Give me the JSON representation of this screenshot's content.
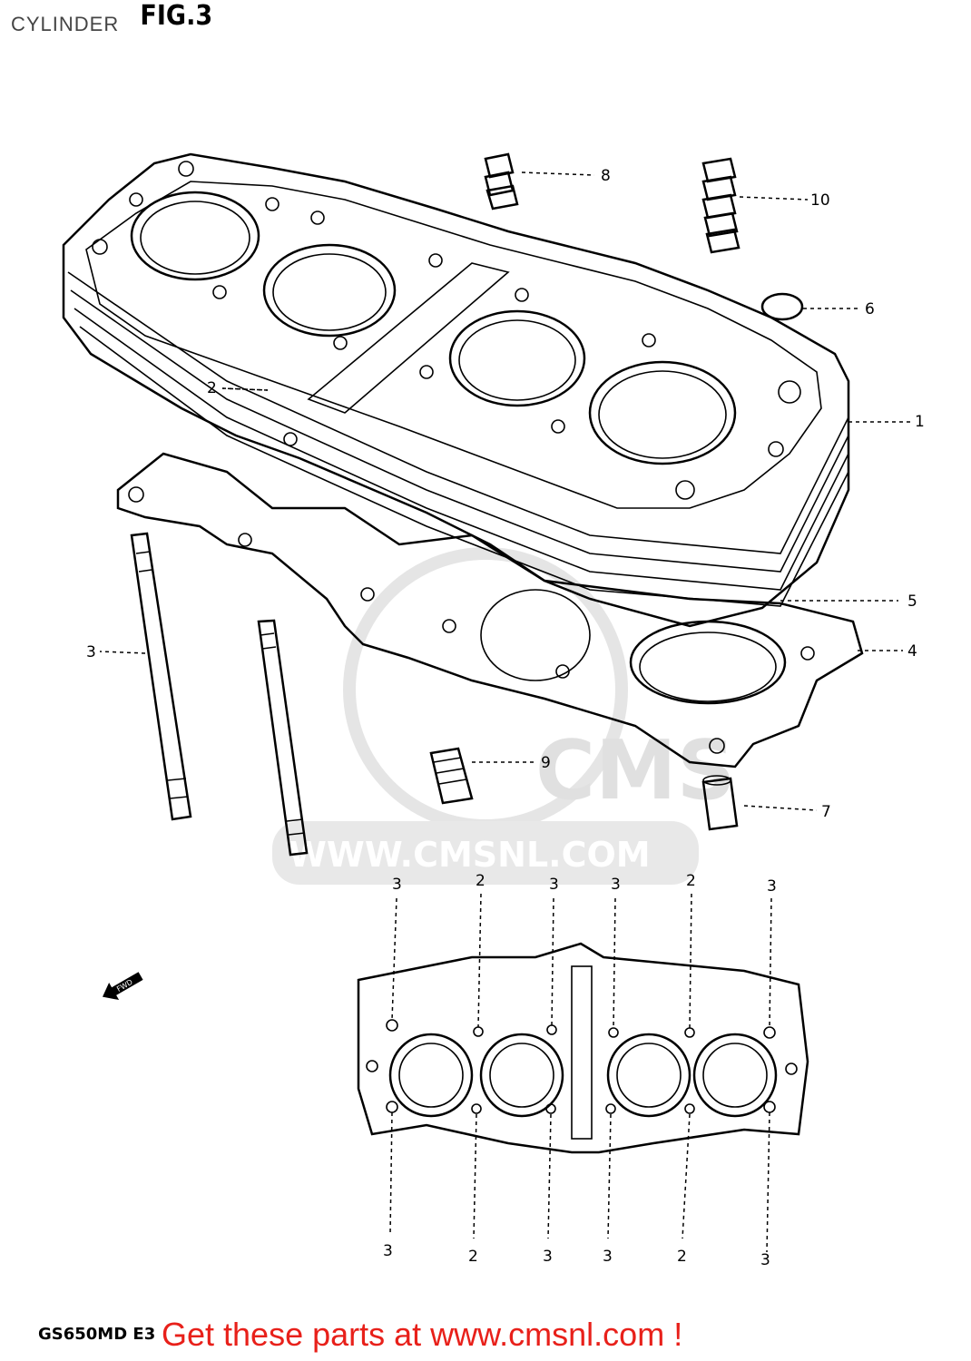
{
  "header": {
    "title": "CYLINDER",
    "figure": "FIG.3"
  },
  "watermark": {
    "brand": "CMS",
    "url": "WWW.CMSNL.COM"
  },
  "callouts": {
    "c1": "1",
    "c2": "2",
    "c3": "3",
    "c4": "4",
    "c5": "5",
    "c6": "6",
    "c7": "7",
    "c8": "8",
    "c9": "9",
    "c10": "10"
  },
  "bottom_plan": {
    "top_labels": [
      "3",
      "2",
      "3",
      "3",
      "2",
      "3"
    ],
    "bottom_labels": [
      "3",
      "2",
      "3",
      "3",
      "2",
      "3"
    ],
    "fwd": "FWD"
  },
  "footer": {
    "model": "GS650MD E3",
    "promo": "Get these parts at www.cmsnl.com !"
  },
  "colors": {
    "promo": "#e8201a",
    "watermark": "#d0d0d0",
    "ink": "#000000"
  }
}
